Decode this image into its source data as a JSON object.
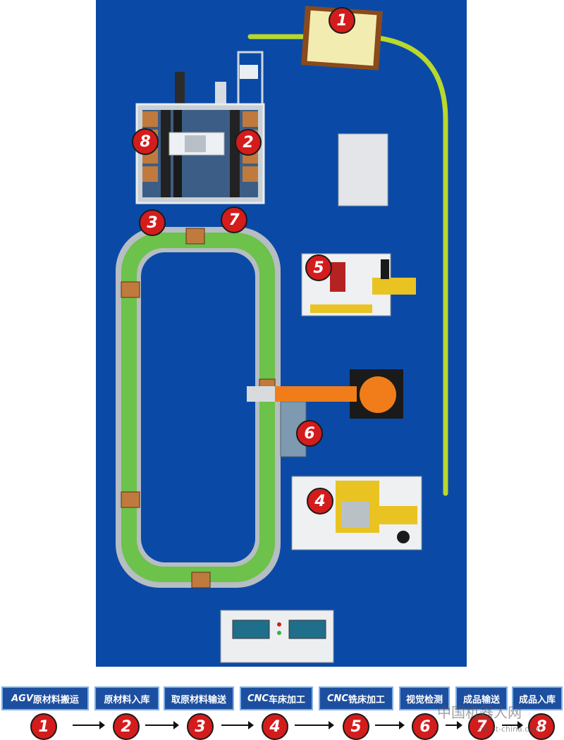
{
  "colors": {
    "background_panel": "#0a4aa6",
    "agv_path": "#b9d82d",
    "conveyor": "#6cc24a",
    "robot": "#f07d1a",
    "marker": "#d41c1c",
    "step_box": "#1d4fa0"
  },
  "markers": {
    "m1": "1",
    "m2": "2",
    "m3": "3",
    "m4": "4",
    "m5": "5",
    "m6": "6",
    "m7": "7",
    "m8": "8"
  },
  "steps": [
    {
      "num": "1",
      "prefix": "AGV",
      "label": "原材料搬运"
    },
    {
      "num": "2",
      "prefix": "",
      "label": "原材料入库"
    },
    {
      "num": "3",
      "prefix": "",
      "label": "取原材料输送"
    },
    {
      "num": "4",
      "prefix": "CNC",
      "label": "车床加工"
    },
    {
      "num": "5",
      "prefix": "CNC",
      "label": "铣床加工"
    },
    {
      "num": "6",
      "prefix": "",
      "label": "视觉检测"
    },
    {
      "num": "7",
      "prefix": "",
      "label": "成品输送"
    },
    {
      "num": "8",
      "prefix": "",
      "label": "成品入库"
    }
  ],
  "watermark": {
    "brand": "中国机器人网",
    "site": "robot-china.com"
  }
}
